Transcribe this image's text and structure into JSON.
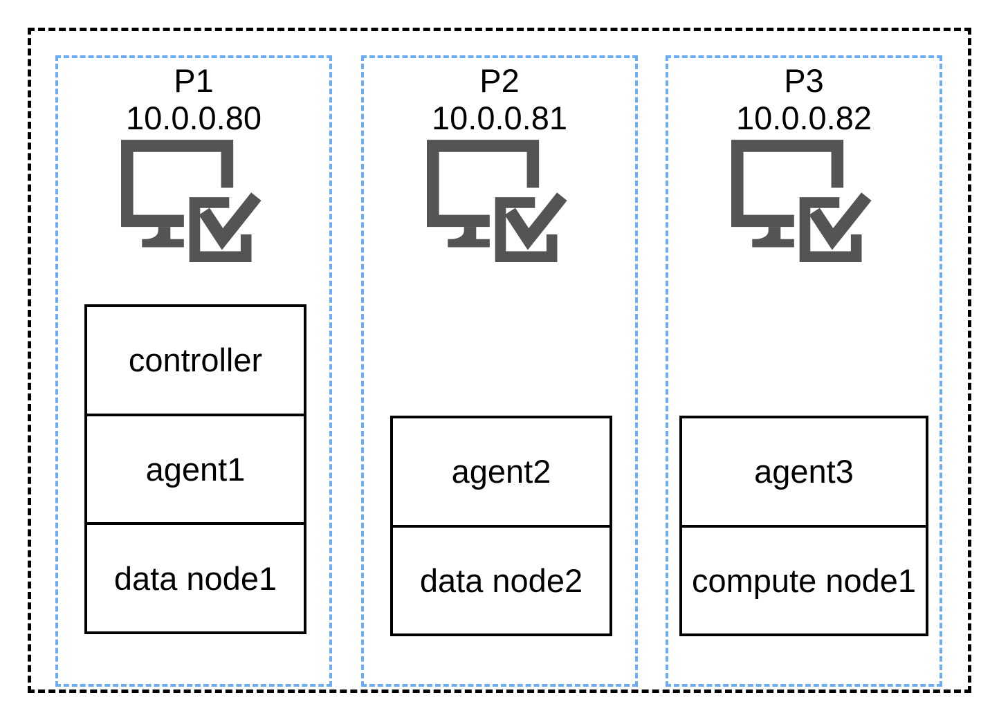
{
  "diagram": {
    "description": "three-host deployment diagram",
    "colors": {
      "background": "#FFFFFF",
      "outer_border": "#000000",
      "host_border": "#6CACF3",
      "service_border": "#000000",
      "icon_gray": "#545454",
      "text": "#000000"
    },
    "icons": {
      "host_icon": "monitor-check-icon"
    },
    "hosts": [
      {
        "name": "P1",
        "ip": "10.0.0.80",
        "services": [
          "controller",
          "agent1",
          "data node1"
        ]
      },
      {
        "name": "P2",
        "ip": "10.0.0.81",
        "services": [
          "agent2",
          "data node2"
        ]
      },
      {
        "name": "P3",
        "ip": "10.0.0.82",
        "services": [
          "agent3",
          "compute node1"
        ]
      }
    ]
  }
}
